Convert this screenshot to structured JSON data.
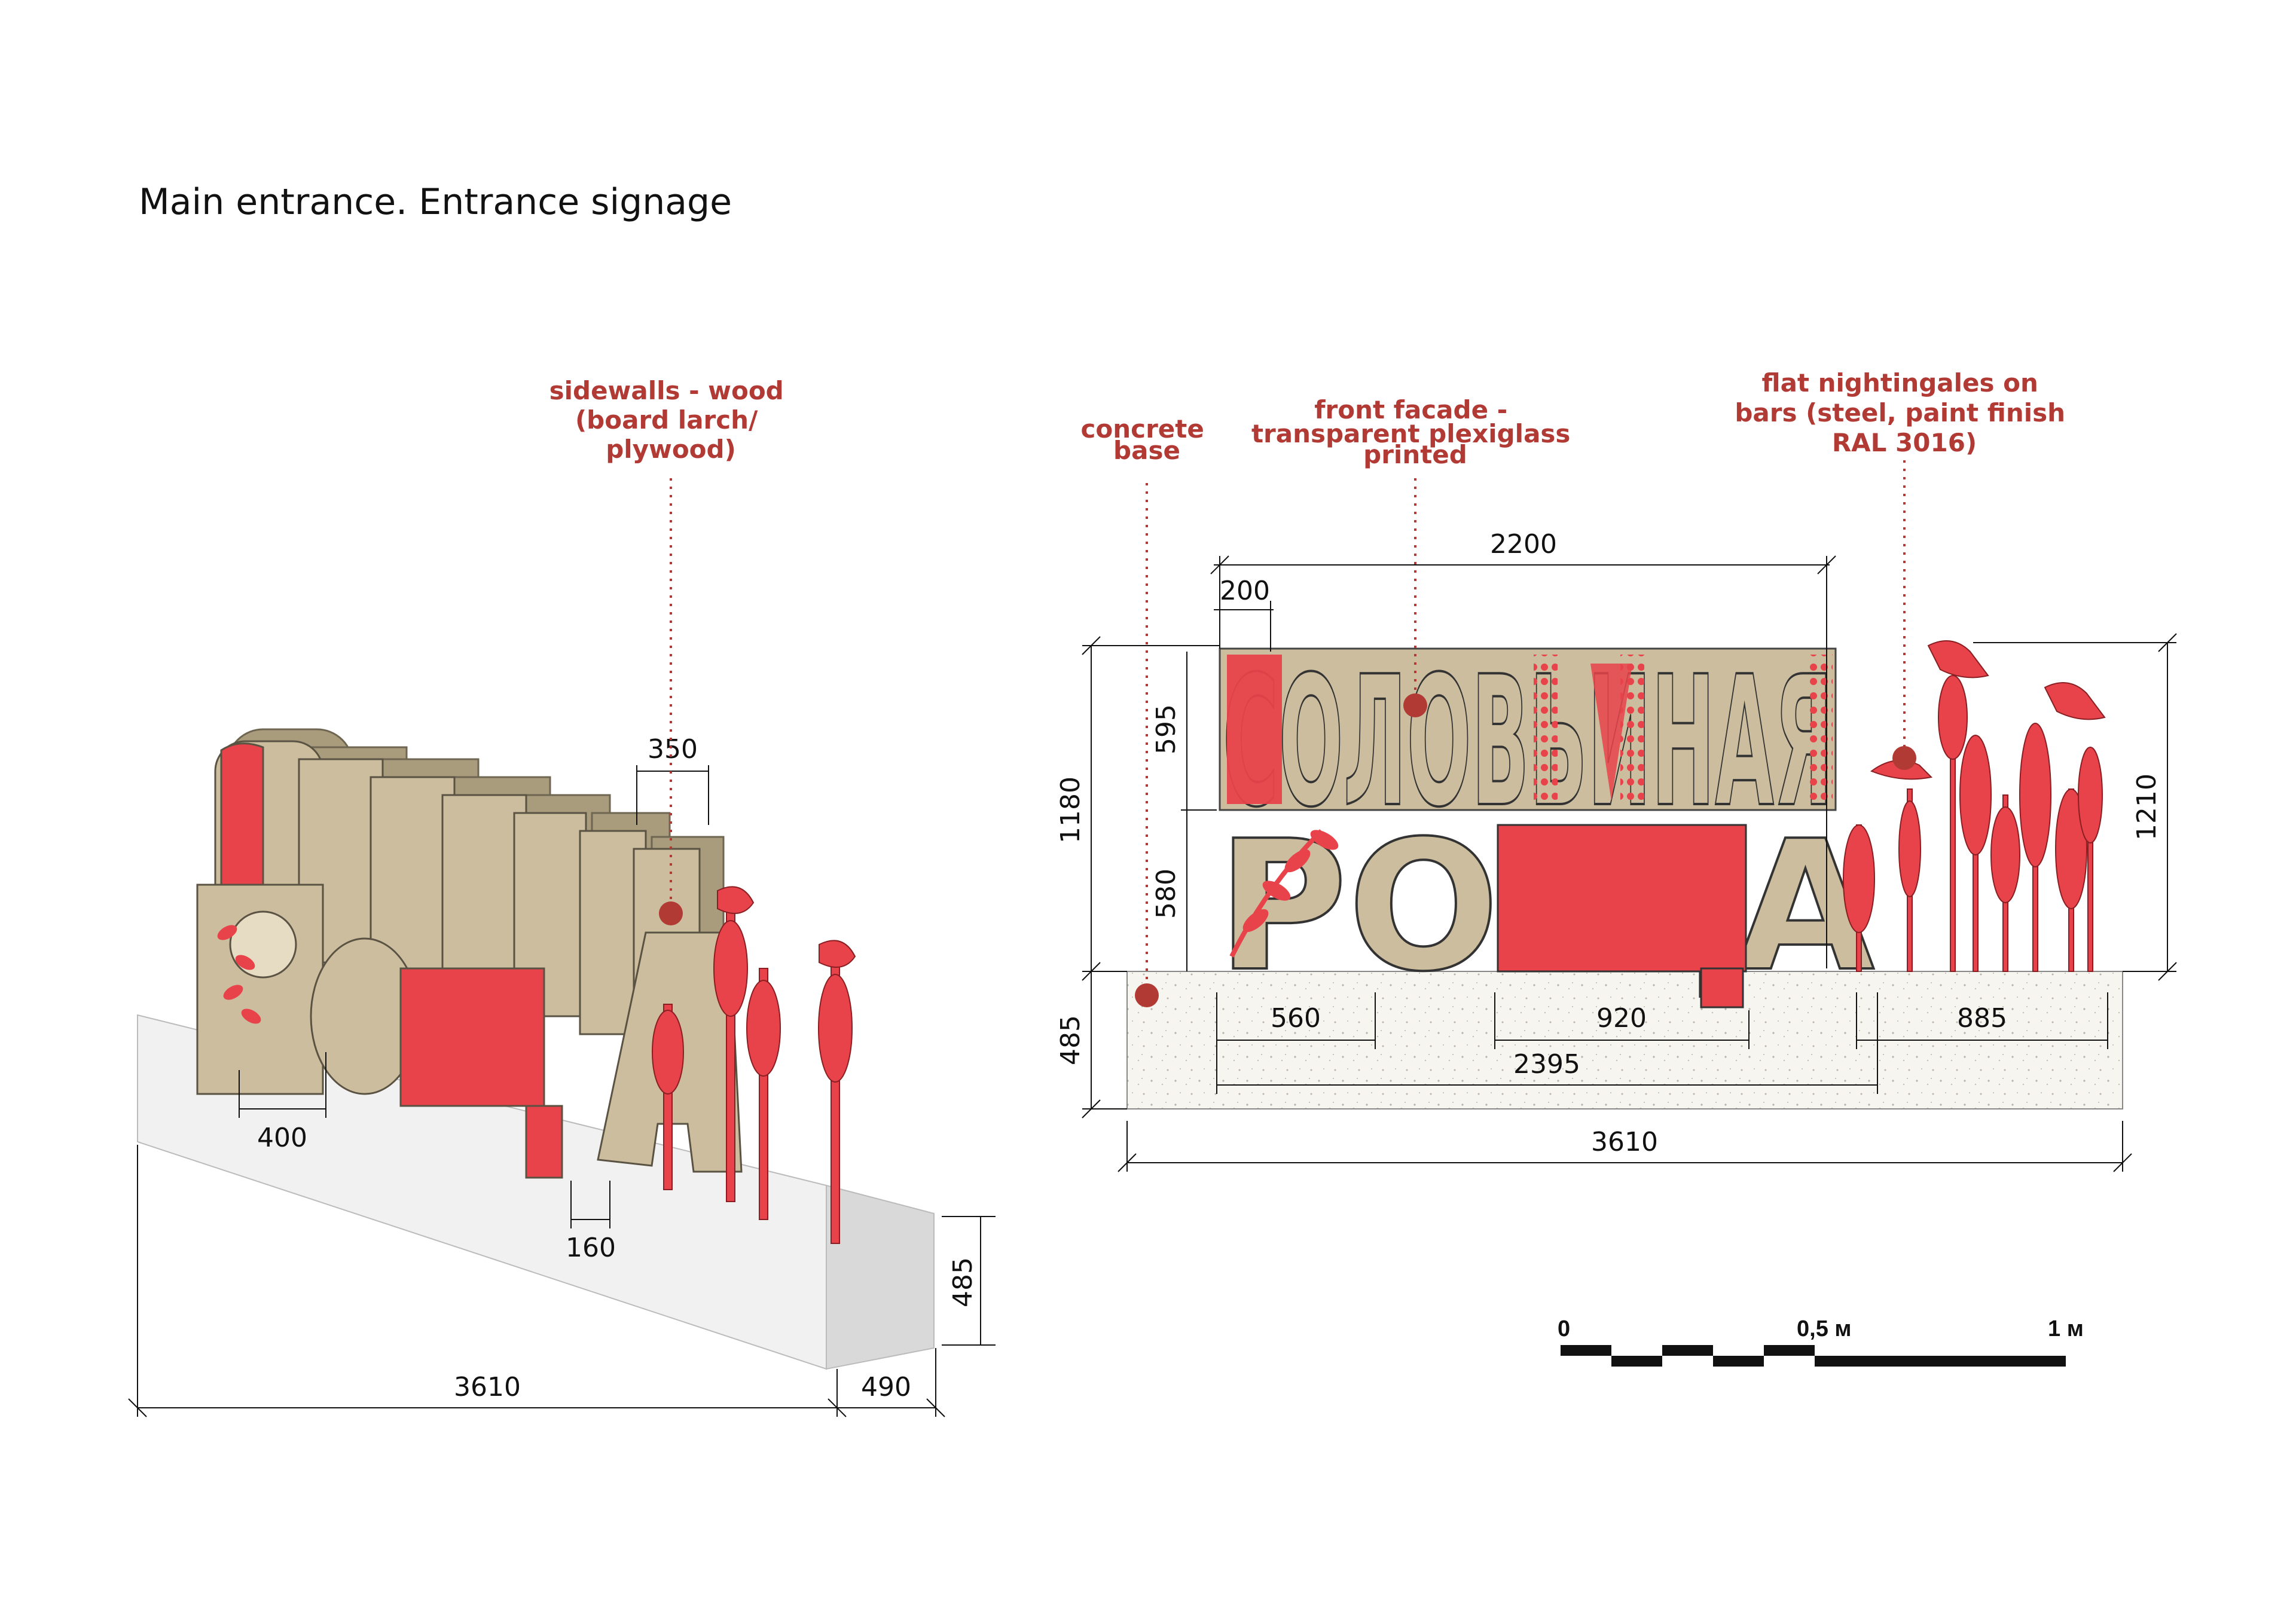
{
  "title": "Main entrance. Entrance signage",
  "sign_text": {
    "line1": "СОЛОВЬИНАЯ",
    "line2": "РОЩА"
  },
  "callouts": {
    "sidewalls": [
      "sidewalls - wood",
      "(board larch/",
      "plywood)"
    ],
    "concrete": [
      "concrete",
      "base"
    ],
    "front_facade": [
      "front facade -",
      "transparent plexiglass",
      "printed"
    ],
    "nightingales": [
      "flat nightingales  on",
      "bars (steel, paint finish",
      "RAL 3016)"
    ]
  },
  "iso_dimensions": {
    "d350": "350",
    "d400": "400",
    "d160": "160",
    "d485": "485",
    "d3610": "3610",
    "d490": "490"
  },
  "front_dimensions": {
    "d2200": "2200",
    "d200": "200",
    "d1180": "1180",
    "d595": "595",
    "d580": "580",
    "d485": "485",
    "d1210": "1210",
    "d560": "560",
    "d920": "920",
    "d885": "885",
    "d2395": "2395",
    "d3610": "3610"
  },
  "scale_bar": {
    "labels": [
      "0",
      "0,5 м",
      "1 м"
    ]
  },
  "colors": {
    "accent_red": "#e8434a",
    "callout_red": "#b23a34",
    "beige": "#cbbd9d",
    "concrete": "#f3f1ec"
  }
}
